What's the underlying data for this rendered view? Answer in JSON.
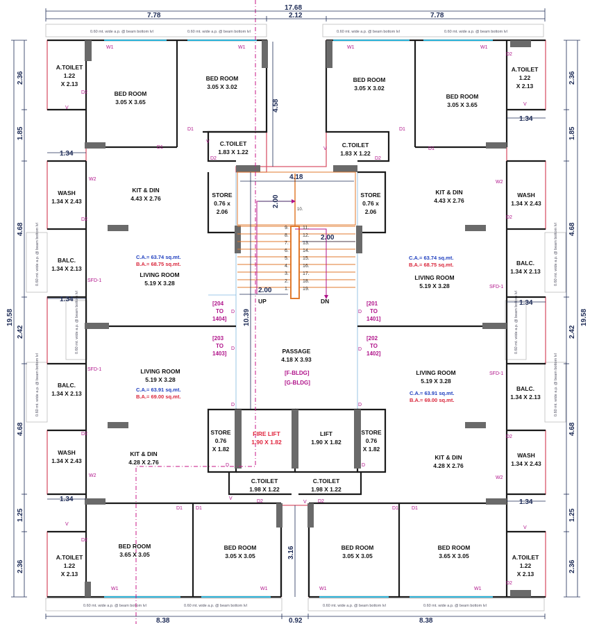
{
  "dimensions": {
    "overall_width": "17.68",
    "top_left_width": "7.78",
    "top_center_width": "2.12",
    "top_right_width": "7.78",
    "bottom_left_width": "8.38",
    "bottom_center_width": "0.92",
    "bottom_right_width": "8.38",
    "overall_height": "19.58",
    "side_a_toilet": "2.36",
    "side_toilet_gap": "1.85",
    "side_living": "4.68",
    "side_mid": "2.42",
    "side_lower_toilet_gap": "1.25",
    "shaft_top": "4.58",
    "shaft_mid": "10.39",
    "shaft_bottom": "3.16",
    "stair_width": "4.18",
    "stair_landing": "2.00",
    "stair_flight": "2.00",
    "stair_bottom": "2.00",
    "small_wash": "1.34"
  },
  "notes": {
    "beam": "0.60 mt. wide a.p. @ beam bottom lvl",
    "beam_vertical": "0.60 mt. wide a.p. @ beam bottom lvl"
  },
  "rooms": {
    "tl_atoilet": [
      "A.TOILET",
      "1.22",
      "X 2.13"
    ],
    "tl_bed": [
      "BED ROOM",
      "3.05 X 3.65"
    ],
    "tc_bed": [
      "BED ROOM",
      "3.05 X 3.02"
    ],
    "tl_ctoilet": [
      "C.TOILET",
      "1.83 X 1.22"
    ],
    "tl_wash": [
      "WASH",
      "1.34 X 2.43"
    ],
    "tl_kit": [
      "KIT & DIN",
      "4.43 X 2.76"
    ],
    "tl_store": [
      "STORE",
      "0.76 x",
      "2.06"
    ],
    "tl_balc": [
      "BALC.",
      "1.34 X 2.13"
    ],
    "tl_living": [
      "LIVING ROOM",
      "5.19 X 3.28"
    ],
    "tr_atoilet": [
      "A.TOILET",
      "1.22",
      "X 2.13"
    ],
    "tr_bed": [
      "BED ROOM",
      "3.05 X 3.65"
    ],
    "tc2_bed": [
      "BED ROOM",
      "3.05 X 3.02"
    ],
    "tr_ctoilet": [
      "C.TOILET",
      "1.83 X 1.22"
    ],
    "tr_wash": [
      "WASH",
      "1.34 X 2.43"
    ],
    "tr_kit": [
      "KIT & DIN",
      "4.43 X 2.76"
    ],
    "tr_store": [
      "STORE",
      "0.76 x",
      "2.06"
    ],
    "tr_balc": [
      "BALC.",
      "1.34 X 2.13"
    ],
    "tr_living": [
      "LIVING ROOM",
      "5.19 X 3.28"
    ],
    "passage": [
      "PASSAGE",
      "4.18 X 3.93"
    ],
    "bl_living": [
      "LIVING ROOM",
      "5.19 X 3.28"
    ],
    "bl_balc": [
      "BALC.",
      "1.34 X 2.13"
    ],
    "bl_wash": [
      "WASH",
      "1.34 X 2.43"
    ],
    "bl_kit": [
      "KIT & DIN",
      "4.28 X 2.76"
    ],
    "bl_store": [
      "STORE",
      "0.76",
      "X 1.82"
    ],
    "fire_lift": [
      "FIRE LIFT",
      "1.90 X 1.82"
    ],
    "lift": [
      "LIFT",
      "1.90 X 1.82"
    ],
    "br_store": [
      "STORE",
      "0.76",
      "X 1.82"
    ],
    "bl_ctoilet": [
      "C.TOILET",
      "1.98 X 1.22"
    ],
    "br_ctoilet": [
      "C.TOILET",
      "1.98 X 1.22"
    ],
    "bl_atoilet": [
      "A.TOILET",
      "1.22",
      "X 2.13"
    ],
    "bl_bed": [
      "BED ROOM",
      "3.65 X 3.05"
    ],
    "bc_bed": [
      "BED ROOM",
      "3.05 X 3.05"
    ],
    "bc2_bed": [
      "BED ROOM",
      "3.05 X 3.05"
    ],
    "br_bed": [
      "BED ROOM",
      "3.65 X 3.05"
    ],
    "br_atoilet": [
      "A.TOILET",
      "1.22",
      "X 2.13"
    ],
    "br_living": [
      "LIVING ROOM",
      "5.19 X 3.28"
    ],
    "br_balc": [
      "BALC.",
      "1.34 X 2.13"
    ],
    "br_wash": [
      "WASH",
      "1.34 X 2.43"
    ],
    "br_kit": [
      "KIT & DIN",
      "4.28 X 2.76"
    ]
  },
  "areas": {
    "top_ca": "C.A.= 63.74 sq.mt.",
    "top_ba": "B.A.= 68.75 sq.mt.",
    "bottom_ca": "C.A.= 63.91 sq.mt.",
    "bottom_ba": "B.A.= 69.00 sq.mt."
  },
  "unit_ranges": {
    "tl": [
      "[204",
      "TO",
      "1404]"
    ],
    "bl": [
      "[203",
      "TO",
      "1403]"
    ],
    "tr": [
      "[201",
      "TO",
      "1401]"
    ],
    "br": [
      "[202",
      "TO",
      "1402]"
    ]
  },
  "buildings": {
    "f": "[F-BLDG]",
    "g": "[G-BLDG]"
  },
  "stair": {
    "up": "UP",
    "dn": "DN",
    "steps_left": [
      "9.",
      "8.",
      "7.",
      "6.",
      "5.",
      "4.",
      "3.",
      "2.",
      "1."
    ],
    "steps_right": [
      "11.",
      "12.",
      "13.",
      "14.",
      "15.",
      "16.",
      "17.",
      "18.",
      "19."
    ],
    "landing_step": "10."
  },
  "tags": {
    "w1": "W1",
    "w2": "W2",
    "d1": "D1",
    "d2": "D2",
    "d": "D",
    "v": "V",
    "sfd": "SFD-1"
  },
  "colors": {
    "wall": "#1a1a1a",
    "column": "#6a6a6a",
    "outline": "#d9566b",
    "dimension": "#1c2a55",
    "tag": "#b0138a",
    "area_blue": "#1f3fbf",
    "area_red": "#d9253a",
    "stair": "#e07a2e",
    "axis": "#c71585"
  }
}
